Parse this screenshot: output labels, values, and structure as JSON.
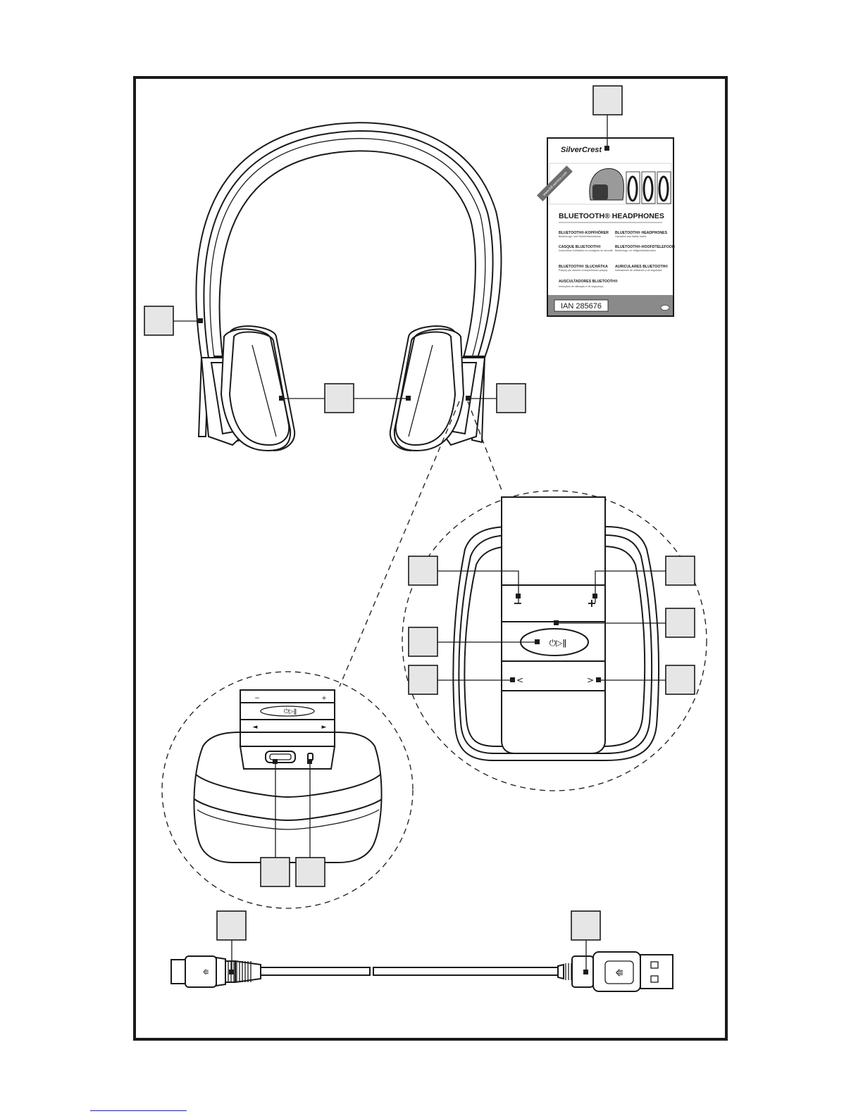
{
  "manual": {
    "brand": "SilverCrest",
    "title": "BLUETOOTH® HEADPHONES",
    "website": "www.lidl-service.com",
    "entries": [
      {
        "lang": "BLUETOOTH®-KOPFHÖRER",
        "sub": "Bedienungs- und Sicherheitshinweise"
      },
      {
        "lang": "CASQUE BLUETOOTH®",
        "sub": "Instructions d'utilisation et consignes de sécurité"
      },
      {
        "lang": "BLUETOOTH® SLUCHÁTKA",
        "sub": "Pokyny pro obsluhu a bezpečnostní pokyny"
      },
      {
        "lang": "AURICULARES BLUETOOTH®",
        "sub": "Indicaciones de utilización y de seguridad"
      },
      {
        "lang": "BLUETOOTH® HEADPHONES",
        "sub": "Operation and Safety Notes"
      },
      {
        "lang": "BLUETOOTH®-HOOFDTELEFOON",
        "sub": "Bedienings- en veiligheidsinstructies"
      },
      {
        "lang": "AUSCULTADORES BLUETOOTH®",
        "sub": "Instruções de utilização e de segurança"
      }
    ],
    "ian": "IAN 285676"
  },
  "controls": {
    "minus_symbol": "−",
    "plus_symbol": "+",
    "power_play_symbol": "⏻▷ǁ",
    "prev_symbol": "<",
    "next_symbol": ">",
    "mini_prev_symbol": "◄",
    "mini_next_symbol": "►"
  },
  "colors": {
    "callout_fill": "#e6e6e6",
    "manual_band": "#8a8a8a",
    "line": "#1a1a1a"
  }
}
